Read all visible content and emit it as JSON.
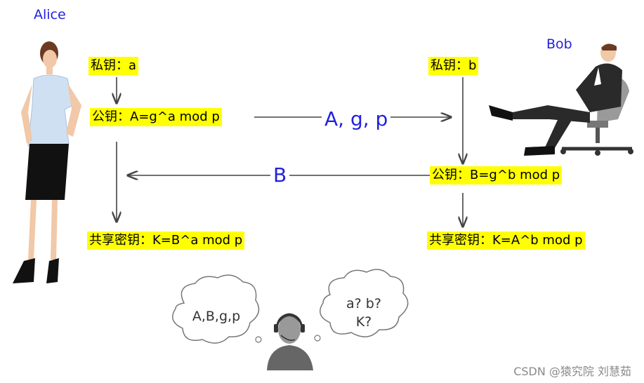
{
  "alice": {
    "name": "Alice",
    "private_key": "私钥：a",
    "public_key": "公钥：A=g^a mod p",
    "shared_key": "共享密钥：K=B^a mod p"
  },
  "bob": {
    "name": "Bob",
    "private_key": "私钥：b",
    "public_key": "公钥：B=g^b mod p",
    "shared_key": "共享密钥：K=A^b mod p"
  },
  "transmissions": {
    "to_bob": "A, g, p",
    "to_alice": "B"
  },
  "eavesdropper": {
    "knows": "A,B,g,p",
    "question_line1": "a?  b?",
    "question_line2": "K?"
  },
  "watermark": "CSDN @猿究院 刘慧茹",
  "colors": {
    "highlight": "#ffff00",
    "name_blue": "#2222dd",
    "arrow": "#444444"
  }
}
